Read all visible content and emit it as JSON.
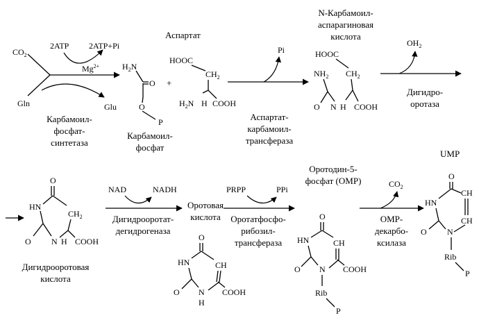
{
  "step1": {
    "co2": "CO",
    "co2_sub": "2",
    "atp_in": "2ATP",
    "atp_out": "2ATP+Pi",
    "mg": "Mg",
    "mg_sup": "2+",
    "gln": "Gln",
    "glu": "Glu",
    "enzyme": [
      "Карбамоил-",
      "фосфат-",
      "синтетаза"
    ]
  },
  "carbamoyl_phosphate": {
    "h2n": "H",
    "h2n_sub": "2",
    "h2n_n": "N",
    "o": "O",
    "p": "P",
    "name": [
      "Карбамоил-",
      "фосфат"
    ]
  },
  "plus": "+",
  "aspartate": {
    "name": "Аспартат",
    "hooc": "HOOC",
    "ch2": "CH",
    "ch2_sub": "2",
    "h2n": "H",
    "h2n_sub": "2",
    "h2n_n": "N",
    "h": "H",
    "cooh": "COOH"
  },
  "step2": {
    "pi": "Pi",
    "enzyme": [
      "Аспартат-",
      "карбамоил-",
      "трансфераза"
    ]
  },
  "n_carbamoyl_aspartate": {
    "name": [
      "N-Карбамоил-",
      "аспарагиновая",
      "кислота"
    ],
    "hooc": "HOOC",
    "nh2": "NH",
    "nh2_sub": "2",
    "ch2": "CH",
    "ch2_sub": "2",
    "o": "O",
    "n": "N",
    "h": "H",
    "cooh": "COOH"
  },
  "step3": {
    "oh2": "OH",
    "oh2_sub": "2",
    "enzyme": [
      "Дигидро-",
      "оротаза"
    ]
  },
  "dihydroorotate": {
    "o_top": "O",
    "hn": "HN",
    "ch2": "CH",
    "ch2_sub": "2",
    "o": "O",
    "n": "N",
    "h": "H",
    "cooh": "COOH",
    "name": [
      "Дигидрооротовая",
      "кислота"
    ]
  },
  "step4": {
    "nad": "NAD",
    "nadh": "NADH",
    "enzyme": [
      "Дигидрооротат-",
      "дегидрогеназа"
    ]
  },
  "orotate": {
    "name": [
      "Оротовая",
      "кислота"
    ],
    "o_top": "O",
    "hn": "HN",
    "ch": "CH",
    "o": "O",
    "n": "N",
    "h": "H",
    "cooh": "COOH"
  },
  "step5": {
    "prpp": "PRPP",
    "ppi": "PPi",
    "enzyme": [
      "Оротатфосфо-",
      "рибозил-",
      "трансфераза"
    ]
  },
  "omp": {
    "name": [
      "Оротодин-5-",
      "фосфат (ОМР)"
    ],
    "o_top": "O",
    "hn": "HN",
    "ch": "CH",
    "o": "O",
    "n": "N",
    "cooh": "COOH",
    "rib": "Rib",
    "p": "P"
  },
  "step6": {
    "co2": "CO",
    "co2_sub": "2",
    "enzyme": [
      "ОМР-",
      "декарбо-",
      "ксилаза"
    ]
  },
  "ump": {
    "name": "UMP",
    "o_top": "O",
    "hn": "HN",
    "ch_upper": "CH",
    "ch_lower": "CH",
    "o": "O",
    "n": "N",
    "rib": "Rib",
    "p": "P"
  }
}
